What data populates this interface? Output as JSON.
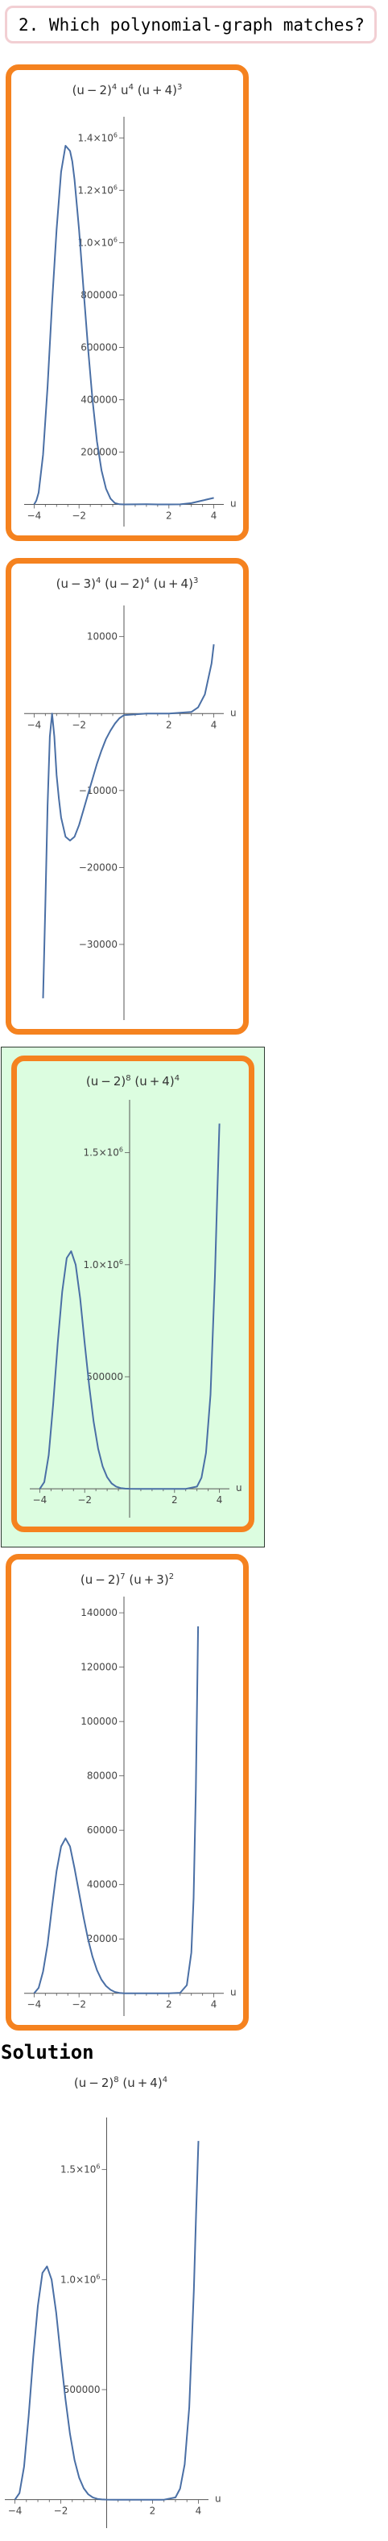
{
  "question": {
    "text": "2. Which polynomial-graph matches?"
  },
  "options": [
    {
      "chart_data": {
        "type": "line",
        "title": "(u - 2)^4 u^4 (u + 4)^3",
        "title_parts": [
          "(u − 2)",
          "4",
          " u",
          "4",
          " (u + 4)",
          "3"
        ],
        "xlabel": "u",
        "ylabel": "",
        "xlim": [
          -4.3,
          4.3
        ],
        "ylim": [
          -60000,
          1450000
        ],
        "x_ticks": [
          {
            "value": -4,
            "label": "−4"
          },
          {
            "value": -2,
            "label": "−2"
          },
          {
            "value": 2,
            "label": "2"
          },
          {
            "value": 4,
            "label": "4"
          }
        ],
        "y_ticks": [
          {
            "value": 200000,
            "label": "200000"
          },
          {
            "value": 400000,
            "label": "400000"
          },
          {
            "value": 600000,
            "label": "600000"
          },
          {
            "value": 800000,
            "label": "800000"
          },
          {
            "value": 1000000,
            "label": "1.0×10",
            "exp": "6"
          },
          {
            "value": 1200000,
            "label": "1.2×10",
            "exp": "6"
          },
          {
            "value": 1400000,
            "label": "1.4×10",
            "exp": "6"
          }
        ],
        "series": [
          {
            "color": "#4a6fa5",
            "x": [
              -4.0,
              -3.9,
              -3.8,
              -3.6,
              -3.4,
              -3.2,
              -3.0,
              -2.8,
              -2.6,
              -2.4,
              -2.3,
              -2.2,
              -2.0,
              -1.8,
              -1.6,
              -1.4,
              -1.2,
              -1.0,
              -0.8,
              -0.6,
              -0.4,
              -0.2,
              0.0,
              0.5,
              1.0,
              1.5,
              2.0,
              2.5,
              3.0,
              3.5,
              4.0
            ],
            "y": [
              0,
              15000,
              45000,
              190000,
              450000,
              770000,
              1050000,
              1270000,
              1370000,
              1350000,
              1310000,
              1240000,
              1050000,
              820000,
              600000,
              400000,
              240000,
              130000,
              60000,
              22000,
              5000,
              500,
              0,
              200,
              500,
              100,
              0,
              400,
              5000,
              15000,
              25000
            ]
          }
        ]
      }
    },
    {
      "chart_data": {
        "type": "line",
        "title": "(u - 3)^4 (u - 2)^4 (u + 4)^3",
        "title_parts": [
          "(u − 3)",
          "4",
          " (u − 2)",
          "4",
          " (u + 4)",
          "3"
        ],
        "xlabel": "u",
        "ylabel": "",
        "xlim": [
          -4.3,
          4.3
        ],
        "ylim": [
          -39000,
          13000
        ],
        "x_ticks": [
          {
            "value": -4,
            "label": "−4"
          },
          {
            "value": -2,
            "label": "−2"
          },
          {
            "value": 2,
            "label": "2"
          },
          {
            "value": 4,
            "label": "4"
          }
        ],
        "y_ticks": [
          {
            "value": -30000,
            "label": "−30000"
          },
          {
            "value": -20000,
            "label": "−20000"
          },
          {
            "value": -10000,
            "label": "−10000"
          },
          {
            "value": 10000,
            "label": "10000"
          }
        ],
        "series": [
          {
            "color": "#4a6fa5",
            "x": [
              -3.6,
              -3.5,
              -3.4,
              -3.3,
              -3.2,
              -3.1,
              -3.0,
              -2.9,
              -2.8,
              -2.6,
              -2.4,
              -2.2,
              -2.0,
              -1.8,
              -1.6,
              -1.4,
              -1.2,
              -1.0,
              -0.8,
              -0.6,
              -0.4,
              -0.2,
              0.0,
              0.5,
              1.0,
              2.0,
              3.0,
              3.3,
              3.6,
              3.9,
              4.0
            ],
            "y": [
              -37000,
              -25000,
              -12000,
              -3000,
              0,
              -3000,
              -8000,
              -11000,
              -13500,
              -16000,
              -16500,
              -16000,
              -14500,
              -12500,
              -10500,
              -8500,
              -6500,
              -4800,
              -3300,
              -2200,
              -1300,
              -600,
              -200,
              -100,
              0,
              0,
              200,
              800,
              2500,
              6500,
              9000
            ]
          }
        ]
      }
    },
    {
      "selected": true,
      "chart_data": {
        "type": "line",
        "title": "(u - 2)^8 (u + 4)^4",
        "title_parts": [
          "(u − 2)",
          "8",
          " (u + 4)",
          "4"
        ],
        "xlabel": "u",
        "ylabel": "",
        "xlim": [
          -4.3,
          4.3
        ],
        "ylim": [
          -100000,
          1700000
        ],
        "x_ticks": [
          {
            "value": -4,
            "label": "−4"
          },
          {
            "value": -2,
            "label": "−2"
          },
          {
            "value": 2,
            "label": "2"
          },
          {
            "value": 4,
            "label": "4"
          }
        ],
        "y_ticks": [
          {
            "value": 500000,
            "label": "500000"
          },
          {
            "value": 1000000,
            "label": "1.0×10",
            "exp": "6"
          },
          {
            "value": 1500000,
            "label": "1.5×10",
            "exp": "6"
          }
        ],
        "series": [
          {
            "color": "#4a6fa5",
            "x": [
              -4.0,
              -3.8,
              -3.6,
              -3.4,
              -3.2,
              -3.0,
              -2.8,
              -2.6,
              -2.4,
              -2.2,
              -2.0,
              -1.8,
              -1.6,
              -1.4,
              -1.2,
              -1.0,
              -0.8,
              -0.6,
              -0.4,
              -0.2,
              0.0,
              0.5,
              1.0,
              1.5,
              2.0,
              2.5,
              3.0,
              3.2,
              3.4,
              3.6,
              3.8,
              3.9,
              4.0
            ],
            "y": [
              0,
              30000,
              150000,
              380000,
              650000,
              880000,
              1030000,
              1060000,
              1000000,
              850000,
              650000,
              460000,
              300000,
              180000,
              100000,
              52000,
              24000,
              10000,
              3500,
              1000,
              200,
              10,
              0,
              0,
              0,
              20,
              10000,
              50000,
              160000,
              420000,
              950000,
              1300000,
              1630000
            ]
          }
        ]
      }
    },
    {
      "chart_data": {
        "type": "line",
        "title": "(u - 2)^7 (u + 3)^2",
        "title_parts": [
          "(u − 2)",
          "7",
          " (u + 3)",
          "2"
        ],
        "xlabel": "u",
        "ylabel": "",
        "xlim": [
          -4.3,
          4.3
        ],
        "ylim": [
          -6000,
          143000
        ],
        "x_ticks": [
          {
            "value": -4,
            "label": "−4"
          },
          {
            "value": -2,
            "label": "−2"
          },
          {
            "value": 2,
            "label": "2"
          },
          {
            "value": 4,
            "label": "4"
          }
        ],
        "y_ticks": [
          {
            "value": 20000,
            "label": "20000"
          },
          {
            "value": 40000,
            "label": "40000"
          },
          {
            "value": 60000,
            "label": "60000"
          },
          {
            "value": 80000,
            "label": "80000"
          },
          {
            "value": 100000,
            "label": "100000"
          },
          {
            "value": 120000,
            "label": "120000"
          },
          {
            "value": 140000,
            "label": "140000"
          }
        ],
        "series": [
          {
            "color": "#4a6fa5",
            "x": [
              -4.0,
              -3.8,
              -3.6,
              -3.4,
              -3.2,
              -3.0,
              -2.8,
              -2.6,
              -2.4,
              -2.2,
              -2.0,
              -1.8,
              -1.6,
              -1.4,
              -1.2,
              -1.0,
              -0.8,
              -0.6,
              -0.4,
              -0.2,
              0.0,
              0.5,
              1.0,
              1.5,
              2.0,
              2.5,
              2.8,
              3.0,
              3.1,
              3.2,
              3.3
            ],
            "y": [
              0,
              2000,
              8000,
              18000,
              32000,
              45000,
              54000,
              57000,
              54000,
              46000,
              37000,
              28000,
              20000,
              13500,
              8500,
              5000,
              2700,
              1300,
              500,
              150,
              0,
              0,
              0,
              0,
              0,
              200,
              3000,
              15000,
              35000,
              75000,
              135000
            ]
          }
        ]
      }
    }
  ],
  "solution": {
    "heading": "Solution",
    "chart_data": {
      "type": "line",
      "title": "(u - 2)^8 (u + 4)^4",
      "title_parts": [
        "(u − 2)",
        "8",
        " (u + 4)",
        "4"
      ],
      "xlabel": "u",
      "ylabel": "",
      "xlim": [
        -4.3,
        4.3
      ],
      "ylim": [
        -100000,
        1700000
      ],
      "x_ticks": [
        {
          "value": -4,
          "label": "−4"
        },
        {
          "value": -2,
          "label": "−2"
        },
        {
          "value": 2,
          "label": "2"
        },
        {
          "value": 4,
          "label": "4"
        }
      ],
      "y_ticks": [
        {
          "value": 500000,
          "label": "500000"
        },
        {
          "value": 1000000,
          "label": "1.0×10",
          "exp": "6"
        },
        {
          "value": 1500000,
          "label": "1.5×10",
          "exp": "6"
        }
      ],
      "series": [
        {
          "color": "#4a6fa5",
          "x": [
            -4.0,
            -3.8,
            -3.6,
            -3.4,
            -3.2,
            -3.0,
            -2.8,
            -2.6,
            -2.4,
            -2.2,
            -2.0,
            -1.8,
            -1.6,
            -1.4,
            -1.2,
            -1.0,
            -0.8,
            -0.6,
            -0.4,
            -0.2,
            0.0,
            0.5,
            1.0,
            1.5,
            2.0,
            2.5,
            3.0,
            3.2,
            3.4,
            3.6,
            3.8,
            3.9,
            4.0
          ],
          "y": [
            0,
            30000,
            150000,
            380000,
            650000,
            880000,
            1030000,
            1060000,
            1000000,
            850000,
            650000,
            460000,
            300000,
            180000,
            100000,
            52000,
            24000,
            10000,
            3500,
            1000,
            200,
            10,
            0,
            0,
            0,
            20,
            10000,
            50000,
            160000,
            420000,
            950000,
            1300000,
            1630000
          ]
        }
      ]
    }
  }
}
